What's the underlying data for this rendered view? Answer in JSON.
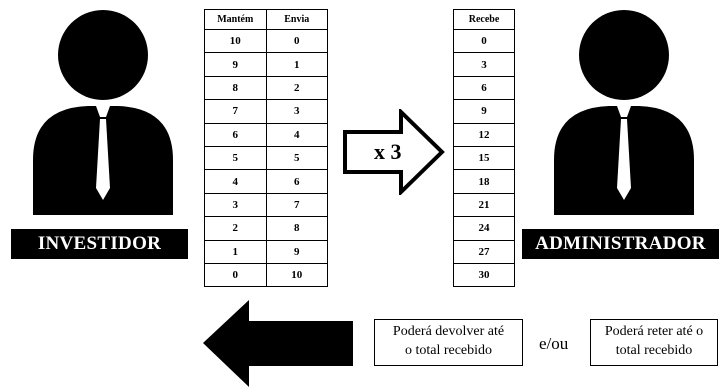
{
  "investor": {
    "label": "INVESTIDOR"
  },
  "administrator": {
    "label": "ADMINISTRADOR"
  },
  "investor_table": {
    "headers": [
      "Mantém",
      "Envia"
    ],
    "rows": [
      [
        "10",
        "0"
      ],
      [
        "9",
        "1"
      ],
      [
        "8",
        "2"
      ],
      [
        "7",
        "3"
      ],
      [
        "6",
        "4"
      ],
      [
        "5",
        "5"
      ],
      [
        "4",
        "6"
      ],
      [
        "3",
        "7"
      ],
      [
        "2",
        "8"
      ],
      [
        "1",
        "9"
      ],
      [
        "0",
        "10"
      ]
    ]
  },
  "multiplier": {
    "label": "x 3"
  },
  "admin_table": {
    "header": "Recebe",
    "rows": [
      "0",
      "3",
      "6",
      "9",
      "12",
      "15",
      "18",
      "21",
      "24",
      "27",
      "30"
    ]
  },
  "return_options": {
    "option1": [
      "Poderá devolver até",
      "o total recebido"
    ],
    "connector": "e/ou",
    "option2": [
      "Poderá reter até o",
      "total recebido"
    ]
  }
}
